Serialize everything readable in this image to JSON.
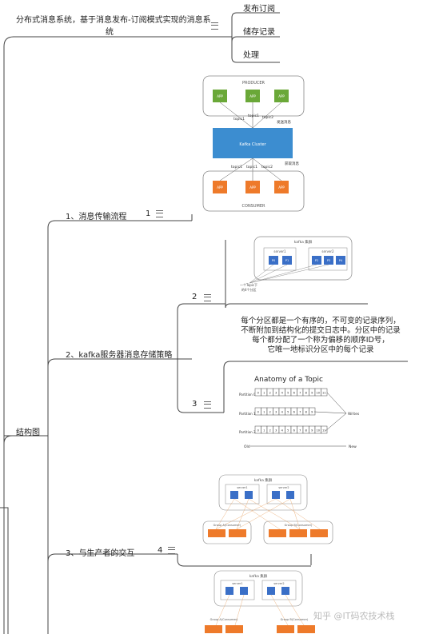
{
  "root": {
    "title_line1": "分布式消息系统，基于消息发布-订阅模式实现的消息系",
    "title_line2": "统"
  },
  "right_tags": [
    "发布订阅",
    "储存记录",
    "处理"
  ],
  "left_node": "结构图",
  "branches": [
    {
      "label": "1、消息传输流程",
      "count": "1"
    },
    {
      "label": "2、kafka服务器消息存储策略"
    },
    {
      "label": "3、与生产者的交互",
      "count": "4"
    }
  ],
  "sub_counts": [
    "2",
    "3"
  ],
  "storage_text": [
    "每个分区都是一个有序的，不可变的记录序列，",
    "不断附加到结构化的提交日志中。分区中的记录",
    "每个都分配了一个称为偏移的顺序ID号，",
    "它唯一地标识分区中的每个记录"
  ],
  "img1": {
    "producer": "PRODUCER",
    "app": "APP",
    "cluster": "Kafka Cluster",
    "consumer": "CONSUMER",
    "topics": [
      "topic1",
      "topic1",
      "topic2"
    ],
    "send_label": "发送消息",
    "fetch_label": "获取消息"
  },
  "img2": {
    "cluster": "kafka 集群",
    "server1": "server1",
    "server2": "server2",
    "partitions": [
      "P0",
      "P1",
      "P2",
      "P3",
      "P4"
    ],
    "note1": "一个Topic下",
    "note2": "的4个分区"
  },
  "img3": {
    "title": "Anatomy of a Topic",
    "rows": [
      "Partition 0",
      "Partition 1",
      "Partition 2"
    ],
    "writes": "Writes",
    "old": "Old",
    "new": "New"
  },
  "img4": {
    "cluster": "kafka 集群",
    "server1": "server1",
    "server2": "server2",
    "groupA": "Group A(Consumer)",
    "groupB": "Group B(Consumer)"
  },
  "img5": {
    "cluster": "kafka 集群",
    "server1": "server1",
    "server2": "server2",
    "groupA": "Group A(Consumer)",
    "groupB": "Group B(Consumer)"
  },
  "watermark": "知乎 @IT码农技术栈"
}
